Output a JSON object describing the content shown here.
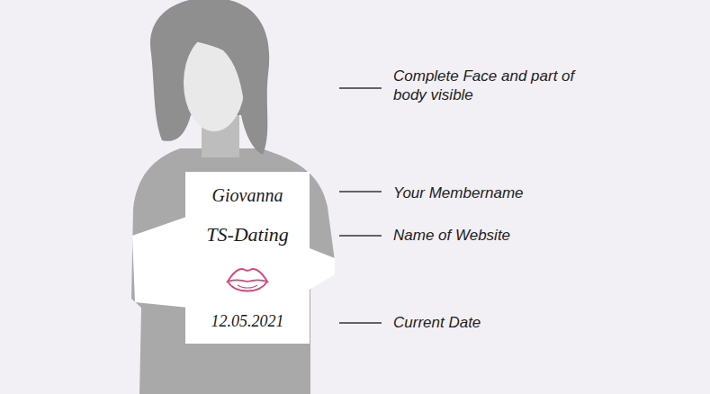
{
  "diagram": {
    "nodes": [
      {
        "text": [
          "Giovanna",
          "TS-Dating",
          "12.05.2021"
        ]
      }
    ],
    "labels": [
      "Complete Face and part of body visible",
      "Your Membername",
      "Name of Website",
      "Current Date"
    ]
  }
}
